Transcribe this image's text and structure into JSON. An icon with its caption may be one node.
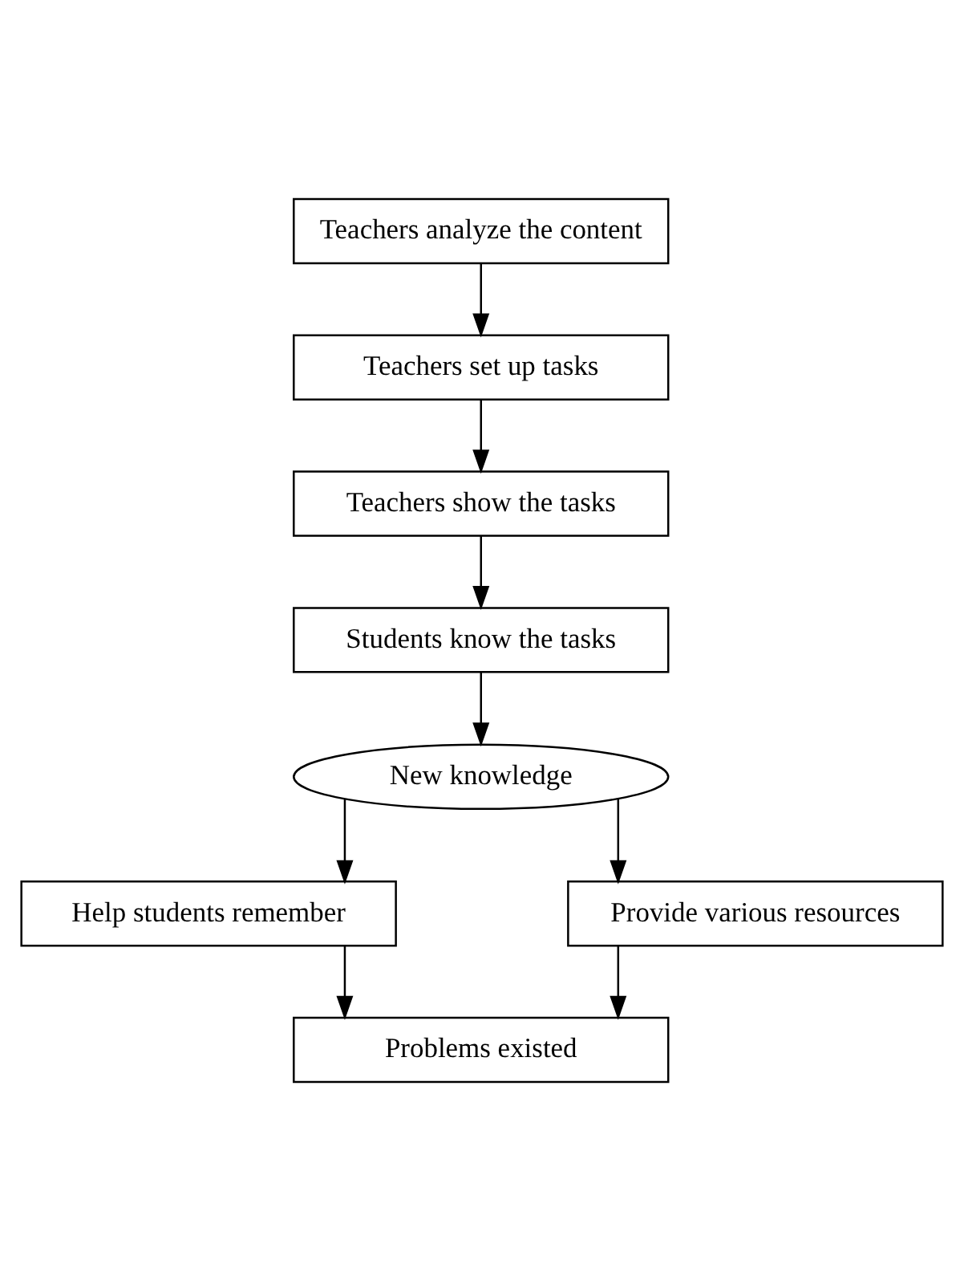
{
  "diagram": {
    "nodes": [
      {
        "text": [
          "Teachers analyze the content"
        ]
      },
      {
        "text": [
          "Teachers set up tasks"
        ]
      },
      {
        "text": [
          "Teachers show the tasks"
        ]
      },
      {
        "text": [
          "Students know the tasks"
        ]
      },
      {
        "text": [
          "New knowledge"
        ]
      },
      {
        "text": [
          "Help students remember"
        ]
      },
      {
        "text": [
          "Provide various resources"
        ]
      },
      {
        "text": [
          "Problems existed"
        ]
      }
    ],
    "edges": [
      {
        "from": 0,
        "to": 1,
        "arrow": "to"
      },
      {
        "from": 1,
        "to": 2,
        "arrow": "to"
      },
      {
        "from": 2,
        "to": 3,
        "arrow": "to"
      },
      {
        "from": 3,
        "to": 4,
        "arrow": "to"
      },
      {
        "from": 4,
        "to": 5,
        "arrow": "to"
      },
      {
        "from": 4,
        "to": 6,
        "arrow": "to"
      },
      {
        "from": 5,
        "to": 7,
        "arrow": "to"
      },
      {
        "from": 6,
        "to": 7,
        "arrow": "to"
      }
    ]
  }
}
